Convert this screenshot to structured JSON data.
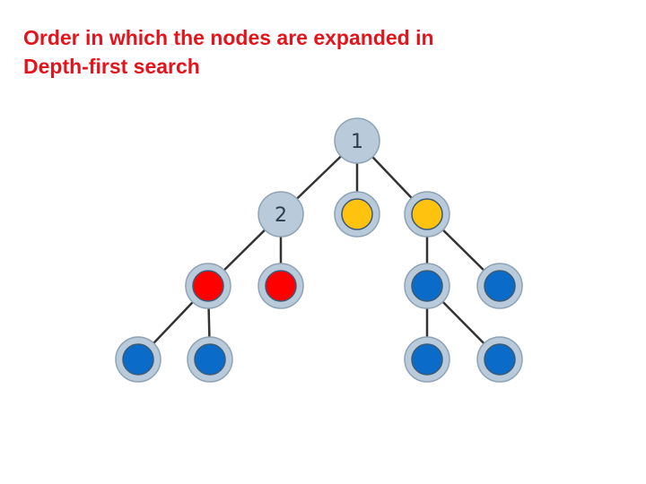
{
  "title": {
    "line1": "Order in which the nodes are expanded in",
    "line2": "Depth-first search"
  },
  "tree": {
    "colors": {
      "ring": "#b9cbdb",
      "ring_stroke": "#8ea3b5",
      "visited": "#b9cbdb",
      "frontier": "#ffc20e",
      "current": "#ff0000",
      "unvisited": "#0a6bc9",
      "edge": "#333333"
    },
    "nodes": [
      {
        "id": "n1",
        "label": "1",
        "state": "visited"
      },
      {
        "id": "n2",
        "label": "2",
        "state": "visited"
      },
      {
        "id": "n3",
        "label": "",
        "state": "frontier"
      },
      {
        "id": "n4",
        "label": "",
        "state": "frontier"
      },
      {
        "id": "n5",
        "label": "",
        "state": "current"
      },
      {
        "id": "n6",
        "label": "",
        "state": "current"
      },
      {
        "id": "n7",
        "label": "",
        "state": "unvisited"
      },
      {
        "id": "n8",
        "label": "",
        "state": "unvisited"
      },
      {
        "id": "n9",
        "label": "",
        "state": "unvisited"
      },
      {
        "id": "n10",
        "label": "",
        "state": "unvisited"
      },
      {
        "id": "n11",
        "label": "",
        "state": "unvisited"
      },
      {
        "id": "n12",
        "label": "",
        "state": "unvisited"
      }
    ],
    "edges": [
      [
        "n1",
        "n2"
      ],
      [
        "n1",
        "n3"
      ],
      [
        "n1",
        "n4"
      ],
      [
        "n2",
        "n5"
      ],
      [
        "n2",
        "n6"
      ],
      [
        "n4",
        "n7"
      ],
      [
        "n4",
        "n8"
      ],
      [
        "n5",
        "n9"
      ],
      [
        "n5",
        "n10"
      ],
      [
        "n7",
        "n11"
      ],
      [
        "n7",
        "n12"
      ]
    ]
  }
}
